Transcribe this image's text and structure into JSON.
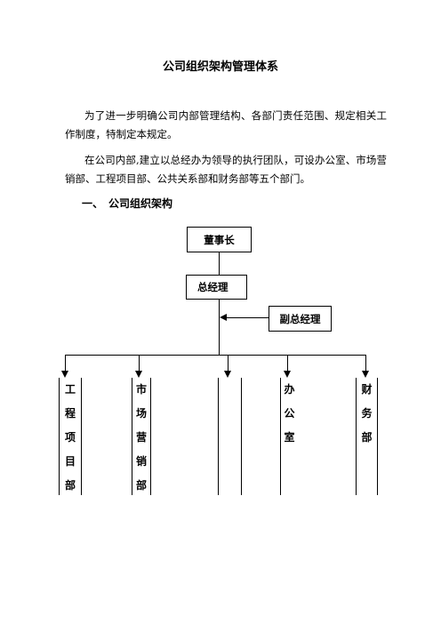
{
  "document": {
    "title": "公司组织架构管理体系",
    "paragraph1": "为了进一步明确公司内部管理结构、各部门责任范围、规定相关工作制度，特制定本规定。",
    "paragraph2": "在公司内部,建立以总经办为领导的执行团队，可设办公室、市场营销部、工程项目部、公共关系部和财务部等五个部门。",
    "section_number": "一、",
    "section_title": "公司组织架构"
  },
  "org_chart": {
    "chairman": "董事长",
    "general_manager": "总经理",
    "deputy_general_manager": "副总经理",
    "departments": [
      {
        "chars": [
          "工",
          "程",
          "项",
          "目",
          "部"
        ]
      },
      {
        "chars": [
          "市",
          "场",
          "营",
          "销",
          "部"
        ]
      },
      {
        "chars": []
      },
      {
        "chars": [
          "办",
          "公",
          "室"
        ]
      },
      {
        "chars": [
          "财",
          "务",
          "部"
        ]
      }
    ]
  }
}
